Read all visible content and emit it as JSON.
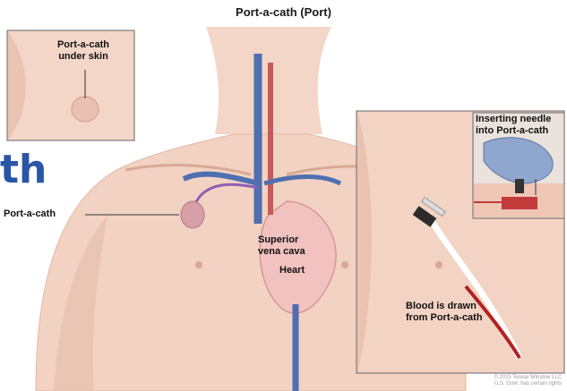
{
  "title": "Port-a-cath (Port)",
  "overlay_text": "th",
  "labels": {
    "inset_under_skin": "Port-a-cath\nunder skin",
    "port_a_cath": "Port-a-cath",
    "superior_vena_cava": "Superior\nvena cava",
    "heart": "Heart",
    "inserting_needle": "Inserting needle\ninto Port-a-cath",
    "blood_drawn": "Blood is drawn\nfrom Port-a-cath"
  },
  "copyright": "© 2015 Terese Winslow LLC\nU.S. Govt. has certain rights",
  "colors": {
    "skin": "#f1d2c3",
    "skin_shadow": "#e2b19e",
    "vein": "#4f6fb0",
    "artery": "#c85a5a",
    "brand_blue": "#2a56a6",
    "blood": "#b22222",
    "glove": "#8fa7cf"
  }
}
